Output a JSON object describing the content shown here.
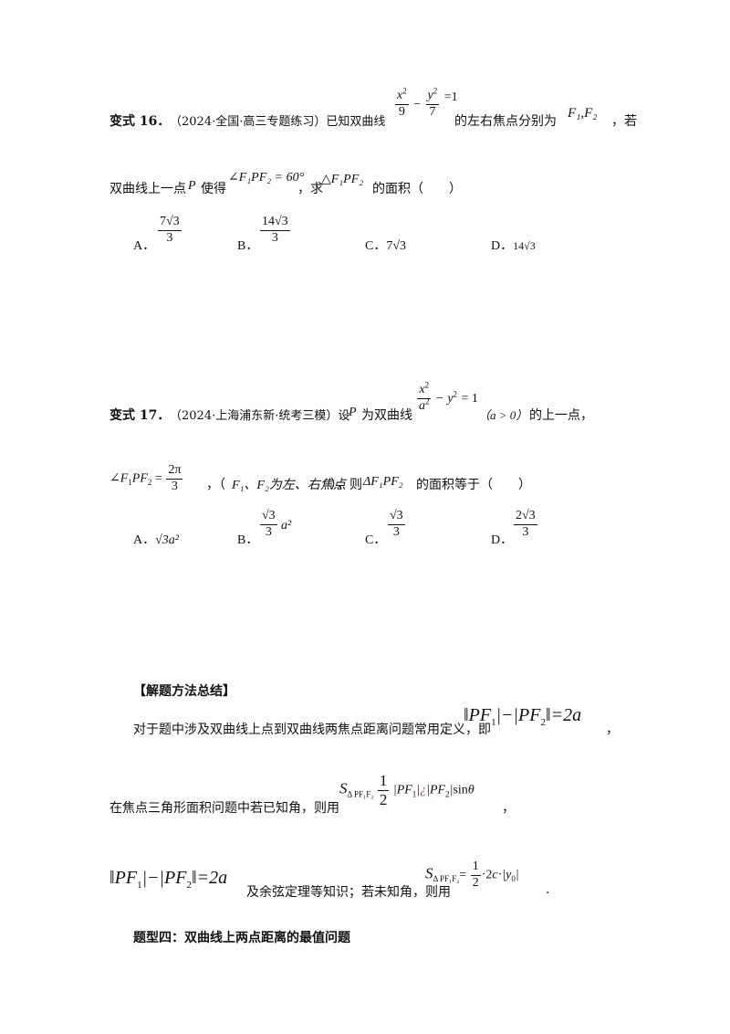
{
  "q16": {
    "label": "变式 16．",
    "source": "（2024·全国·高三专题练习）已知双曲线",
    "text1": "的左右焦点分别为",
    "foci": "F₁,F₂",
    "text2": "，若",
    "line2a": "双曲线上一点",
    "point": "P",
    "line2b": "使得",
    "angle": "∠F₁PF₂ = 60°",
    "line2c": "，求",
    "triangle": "△F₁PF₂",
    "line2d": "的面积（　　）",
    "eq_x": "x",
    "eq_9": "9",
    "eq_y": "y",
    "eq_7": "7",
    "eq_rhs": "=1",
    "options": [
      {
        "letter": "A．",
        "num": "7√3",
        "den": "3"
      },
      {
        "letter": "B．",
        "num": "14√3",
        "den": "3"
      },
      {
        "letter": "C．",
        "value": "7√3"
      },
      {
        "letter": "D．",
        "value": "14√3"
      }
    ]
  },
  "q17": {
    "label": "变式 17．",
    "source": "（2024·上海浦东新·统考三模）设",
    "point": "P",
    "text1": "为双曲线",
    "cond": "（a > 0）",
    "text2": "的上一点，",
    "angle_num": "2π",
    "angle_den": "3",
    "line2a": "，（",
    "foci_note": "F₁、F₂为左、右焦点",
    "line2b": "），则",
    "triangle": "ΔF₁PF₂",
    "line2c": "的面积等于（　　）",
    "options": [
      {
        "letter": "A．",
        "value": "√3a²"
      },
      {
        "letter": "B．",
        "num": "√3",
        "den": "3",
        "tail": "a²"
      },
      {
        "letter": "C．",
        "num": "√3",
        "den": "3"
      },
      {
        "letter": "D．",
        "num": "2√3",
        "den": "3"
      }
    ]
  },
  "summary": {
    "heading": "【解题方法总结】",
    "p1": "对于题中涉及双曲线上点到双曲线两焦点距离问题常用定义，即",
    "p1_tail": "，",
    "p2": "在焦点三角形面积问题中若已知角，则用",
    "p2_tail": "，",
    "p3_mid": "及余弦定理等知识；若未知角，则用",
    "p3_tail": "."
  },
  "section": {
    "title": "题型四：双曲线上两点距离的最值问题"
  }
}
